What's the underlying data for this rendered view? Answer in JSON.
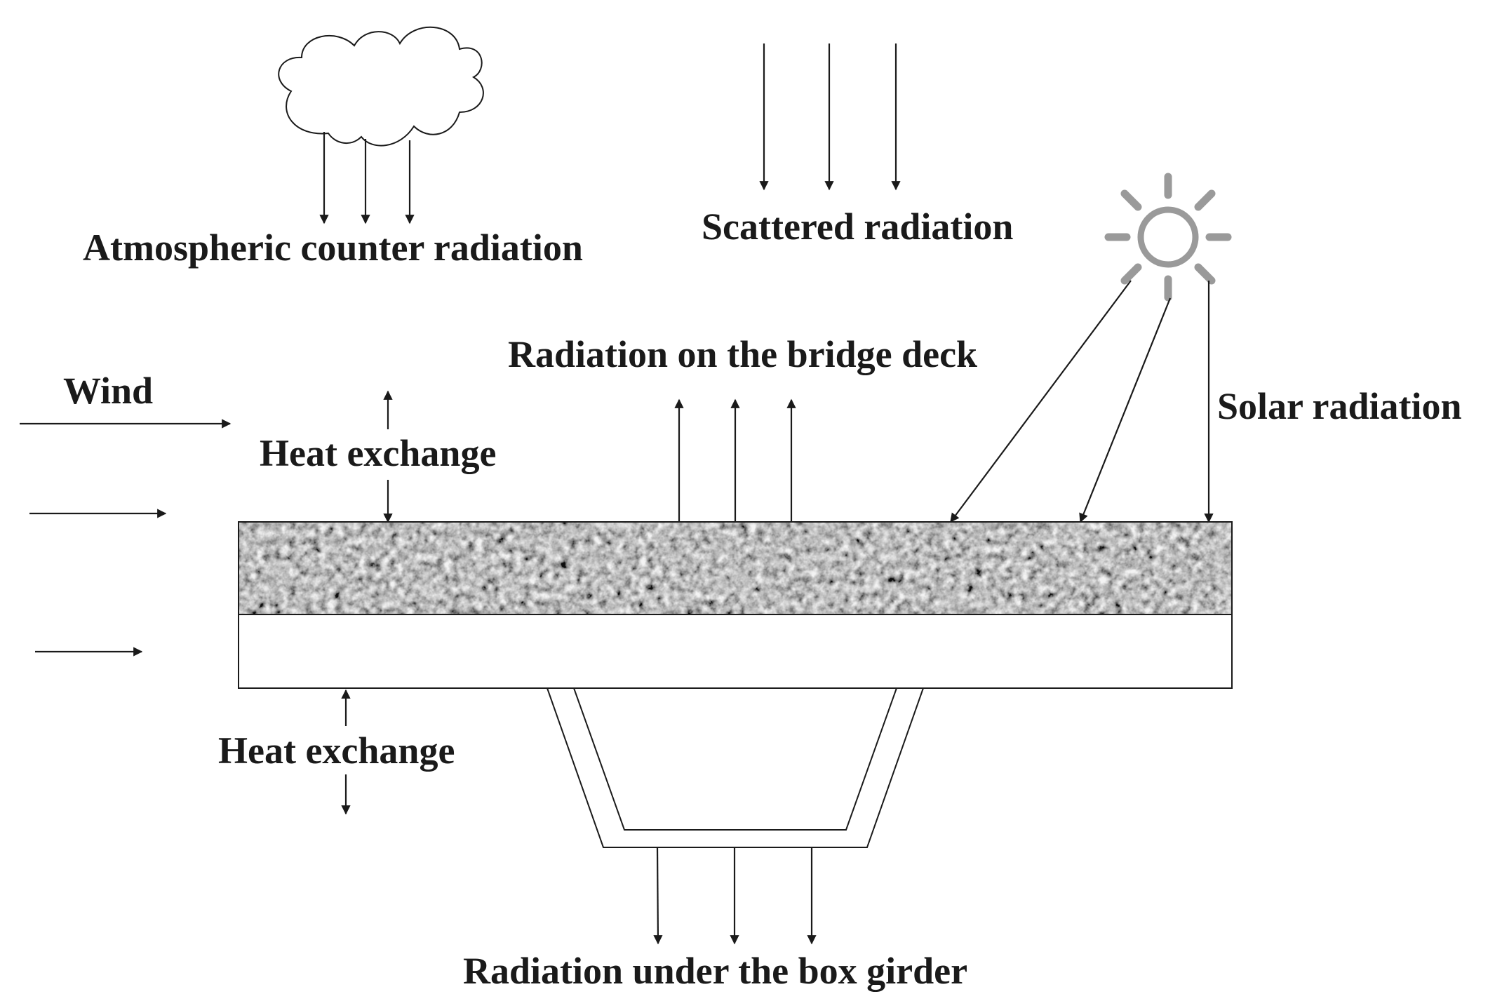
{
  "labels": {
    "atmospheric_counter_radiation": "Atmospheric counter radiation",
    "scattered_radiation": "Scattered radiation",
    "radiation_on_bridge_deck": "Radiation on the bridge deck",
    "wind": "Wind",
    "heat_exchange_top": "Heat exchange",
    "solar_radiation": "Solar radiation",
    "heat_exchange_bottom": "Heat exchange",
    "radiation_under_box_girder": "Radiation under the box girder"
  },
  "icons": {
    "cloud": "cloud-icon",
    "sun": "sun-icon"
  },
  "colors": {
    "ink": "#1a1a1a",
    "sun": "#9a9a9a",
    "pavement": "#8c8c8c"
  }
}
